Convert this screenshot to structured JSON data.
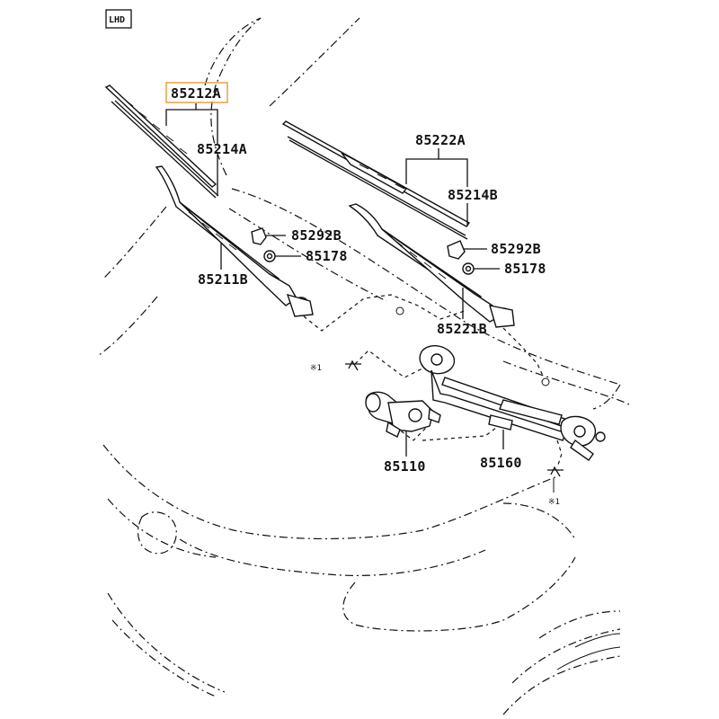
{
  "drive_badge": "LHD",
  "selected_color": "#e8a040",
  "parts": [
    {
      "id": "p1",
      "number": "85212A",
      "highlighted": true
    },
    {
      "id": "p2",
      "number": "85214A"
    },
    {
      "id": "p3",
      "number": "85292B"
    },
    {
      "id": "p4",
      "number": "85178"
    },
    {
      "id": "p5",
      "number": "85211B"
    },
    {
      "id": "p6",
      "number": "85222A"
    },
    {
      "id": "p7",
      "number": "85214B"
    },
    {
      "id": "p8",
      "number": "85292B"
    },
    {
      "id": "p9",
      "number": "85178"
    },
    {
      "id": "p10",
      "number": "85221B"
    },
    {
      "id": "p11",
      "number": "85110"
    },
    {
      "id": "p12",
      "number": "85160"
    }
  ],
  "notes": [
    {
      "id": "n1",
      "text": "※1"
    },
    {
      "id": "n2",
      "text": "※1"
    }
  ]
}
